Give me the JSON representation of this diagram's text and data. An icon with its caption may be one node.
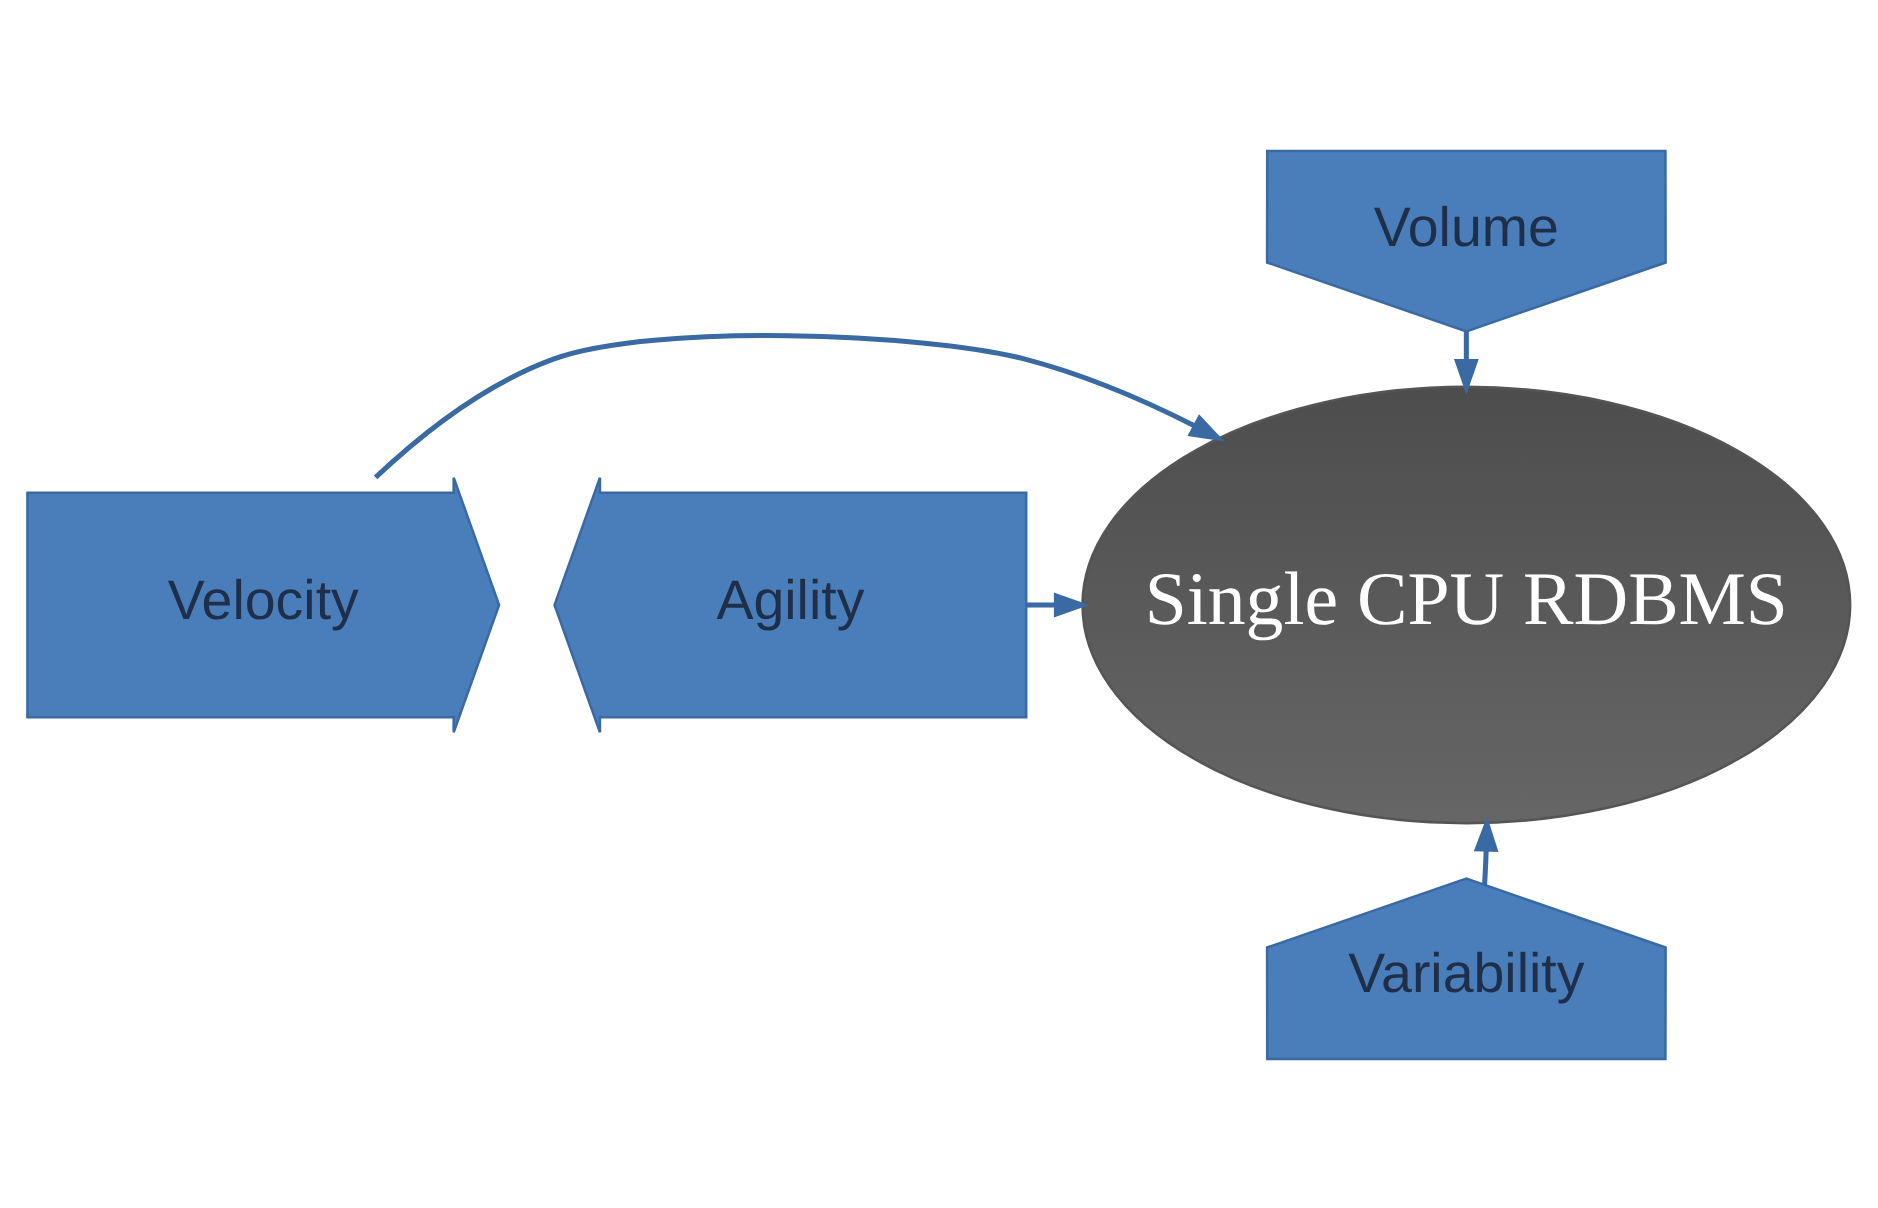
{
  "diagram": {
    "nodes": [
      {
        "text": [
          "Volume"
        ]
      },
      {
        "text": [
          "Velocity"
        ]
      },
      {
        "text": [
          "Single CPU RDBMS"
        ]
      },
      {
        "text": [
          "Agility"
        ]
      },
      {
        "text": [
          "Variability"
        ]
      }
    ],
    "edges": [
      {
        "from": 0,
        "to": 2,
        "arrow": "to"
      },
      {
        "from": 1,
        "to": 2,
        "arrow": "to"
      },
      {
        "from": 3,
        "to": 2,
        "arrow": "to"
      },
      {
        "from": 4,
        "to": 2,
        "arrow": "to"
      }
    ]
  }
}
